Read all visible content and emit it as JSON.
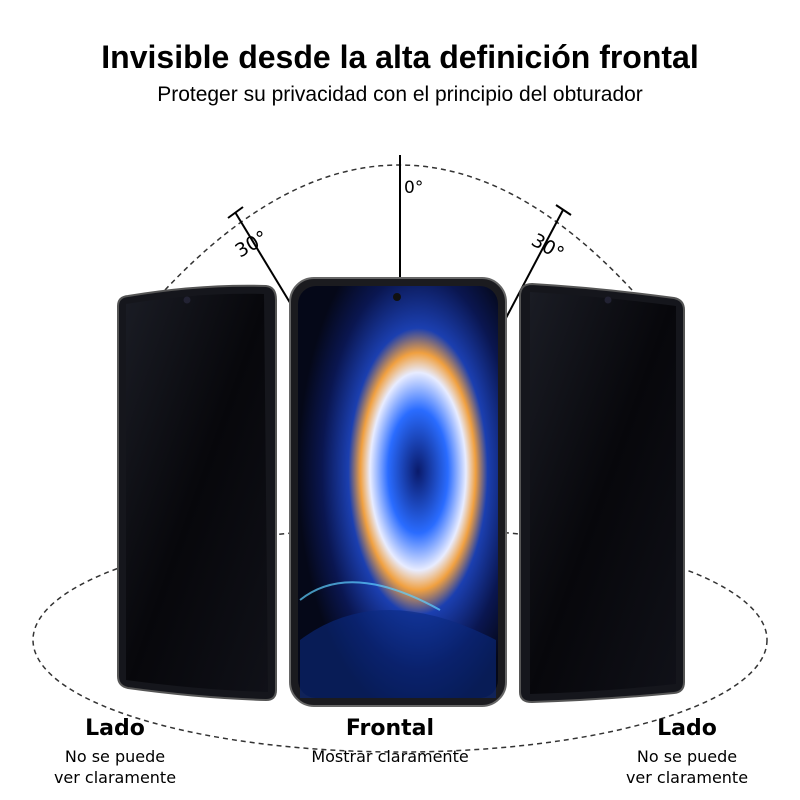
{
  "header": {
    "title": "Invisible desde la alta definición frontal",
    "subtitle": "Proteger su privacidad con el principio del obturador"
  },
  "angles": {
    "center": "0°",
    "left": "30°",
    "right": "30°"
  },
  "labels": {
    "left": {
      "heading": "Lado",
      "line1": "No se puede",
      "line2": "ver claramente"
    },
    "center": {
      "heading": "Frontal",
      "line1": "Mostrar claramente"
    },
    "right": {
      "heading": "Lado",
      "line1": "No se puede",
      "line2": "ver claramente"
    }
  },
  "colors": {
    "screen_dark": "#0b0b12",
    "screen_accent": "#1e5bff",
    "frame": "#1a1a1a"
  }
}
